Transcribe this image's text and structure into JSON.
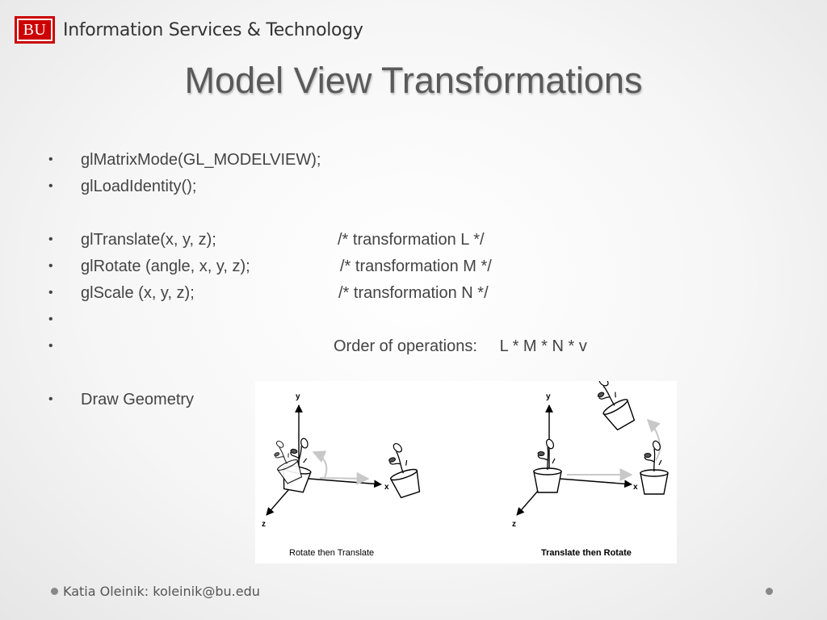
{
  "header": {
    "logo_text": "BU",
    "org_name": "Information Services & Technology"
  },
  "title": "Model View Transformations",
  "bullets": [
    {
      "text": "glMatrixMode(GL_MODELVIEW);",
      "comment": ""
    },
    {
      "text": "glLoadIdentity();",
      "comment": ""
    },
    {
      "text": "glTranslate(x, y, z);",
      "comment": "/* transformation L */"
    },
    {
      "text": "glRotate (angle, x, y, z);",
      "comment": "/* transformation M */"
    },
    {
      "text": "glScale (x, y, z);",
      "comment": "/* transformation N */"
    },
    {
      "text": "",
      "comment": ""
    },
    {
      "text": "",
      "comment": "Order of operations:     L * M * N * v"
    },
    {
      "text": "Draw Geometry",
      "comment": ""
    }
  ],
  "figure": {
    "left_caption": "Rotate then Translate",
    "right_caption": "Translate then Rotate",
    "axis_x": "x",
    "axis_y": "y",
    "axis_z": "z"
  },
  "footer": {
    "author": "Katia Oleinik:  koleinik@bu.edu"
  },
  "colors": {
    "brand_red": "#cc0000",
    "title": "#5a5a5a",
    "text": "#444444"
  }
}
